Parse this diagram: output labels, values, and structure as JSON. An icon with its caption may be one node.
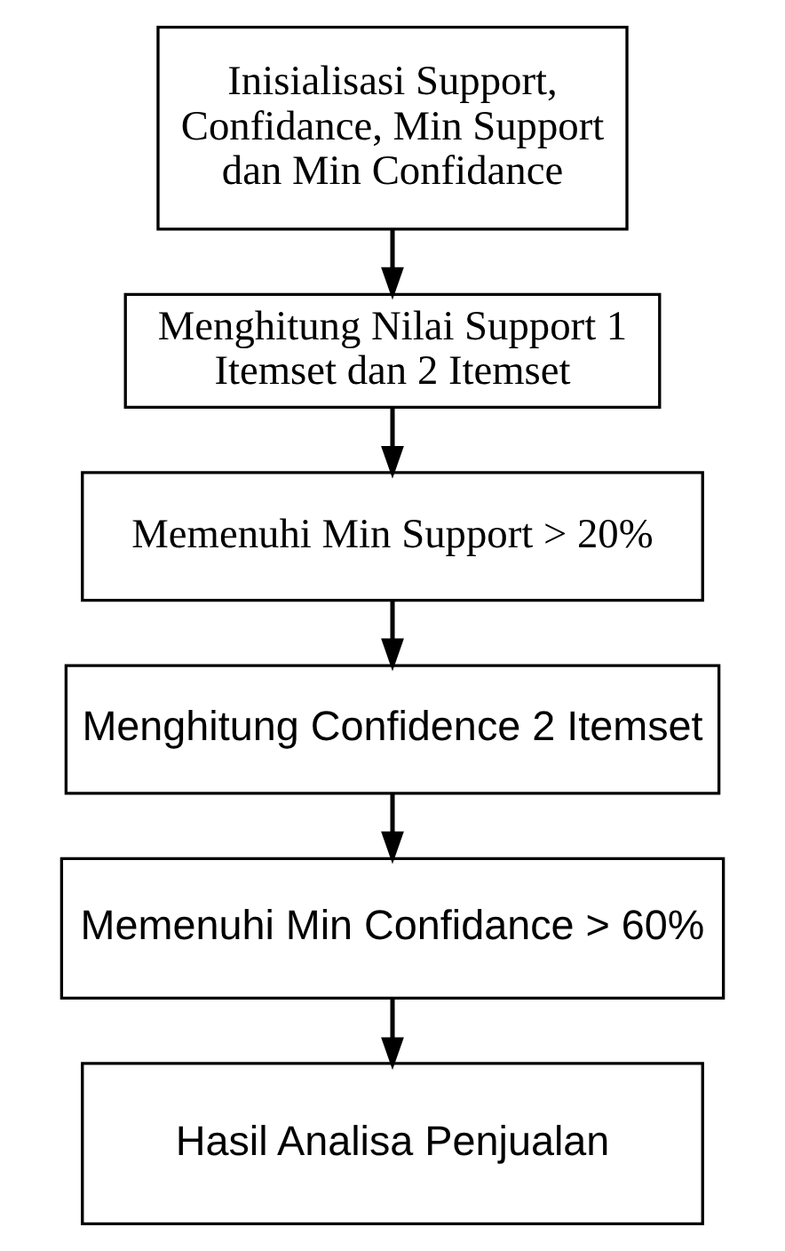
{
  "diagram": {
    "nodes": [
      {
        "text": [
          "Inisialisasi Support, Confidance, Min Support dan Min Confidance"
        ]
      },
      {
        "text": [
          "Menghitung Nilai Support 1 Itemset dan 2 Itemset"
        ]
      },
      {
        "text": [
          "Memenuhi Min Support > 20%"
        ]
      },
      {
        "text": [
          "Menghitung Confidence 2 Itemset"
        ]
      },
      {
        "text": [
          "Memenuhi Min Confidance > 60%"
        ]
      },
      {
        "text": [
          "Hasil Analisa Penjualan"
        ]
      }
    ],
    "edges": [
      {
        "from": 0,
        "to": 1,
        "arrow": "to"
      },
      {
        "from": 1,
        "to": 2,
        "arrow": "to"
      },
      {
        "from": 2,
        "to": 3,
        "arrow": "to"
      },
      {
        "from": 3,
        "to": 4,
        "arrow": "to"
      },
      {
        "from": 4,
        "to": 5,
        "arrow": "to"
      }
    ]
  }
}
